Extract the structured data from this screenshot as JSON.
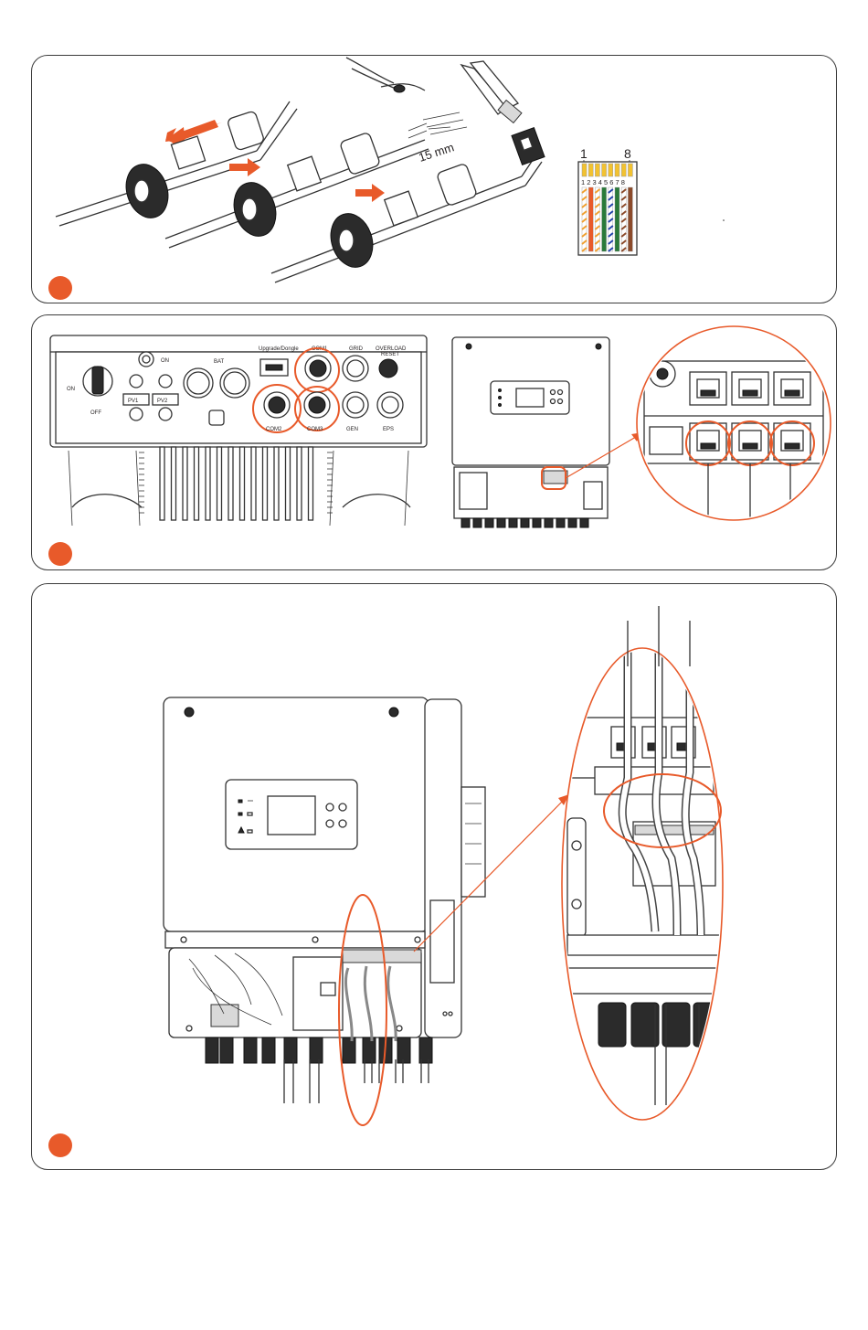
{
  "step1": {
    "strip_length": "15 mm",
    "pin_first": "1",
    "pin_last": "8",
    "pin_numbers": "1 2 3 4 5 6 7 8",
    "wire_colors": [
      "#f0a030",
      "#e85a2a",
      "#f0a030",
      "#2a7a3a",
      "#2244aa",
      "#2a7a3a",
      "#8b4a2a",
      "#8b4a2a"
    ]
  },
  "step2": {
    "labels": {
      "on": "ON",
      "off": "OFF",
      "bat": "BAT",
      "upgrade": "Upgrade/Dongle",
      "com1": "COM1",
      "grid": "GRID",
      "overload": "OVERLOAD",
      "reset": "RESET",
      "pv1": "PV1",
      "pv2": "PV2",
      "com2": "COM2",
      "com3": "COM3",
      "gen": "GEN",
      "eps": "EPS"
    }
  },
  "colors": {
    "accent": "#e85a2a",
    "line": "#333333"
  }
}
